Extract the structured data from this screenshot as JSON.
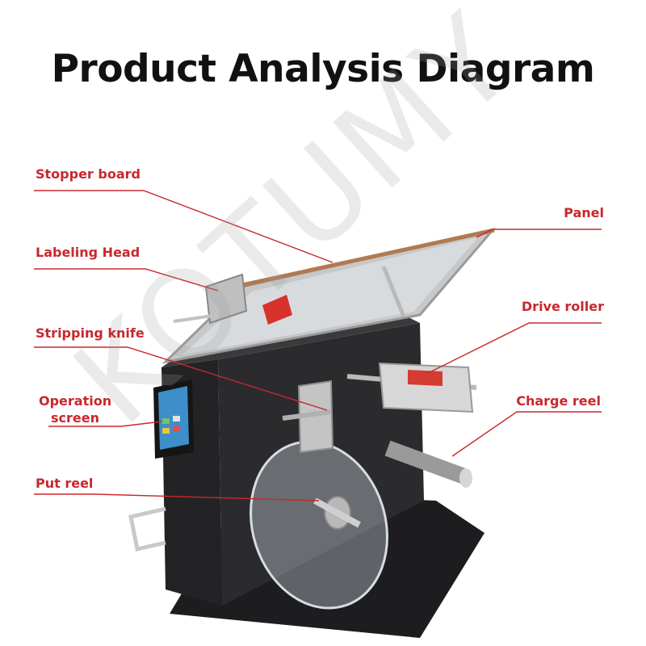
{
  "title": "Product Analysis Diagram",
  "watermark": "KOTUMY",
  "accent_color": "#c8282d",
  "labels": {
    "stopper_board": "Stopper board",
    "labeling_head": "Labeling Head",
    "stripping_knife": "Stripping knife",
    "operation_screen_line1": "Operation",
    "operation_screen_line2": "screen",
    "put_reel": "Put reel",
    "panel": "Panel",
    "drive_roller": "Drive roller",
    "charge_reel": "Charge reel"
  }
}
